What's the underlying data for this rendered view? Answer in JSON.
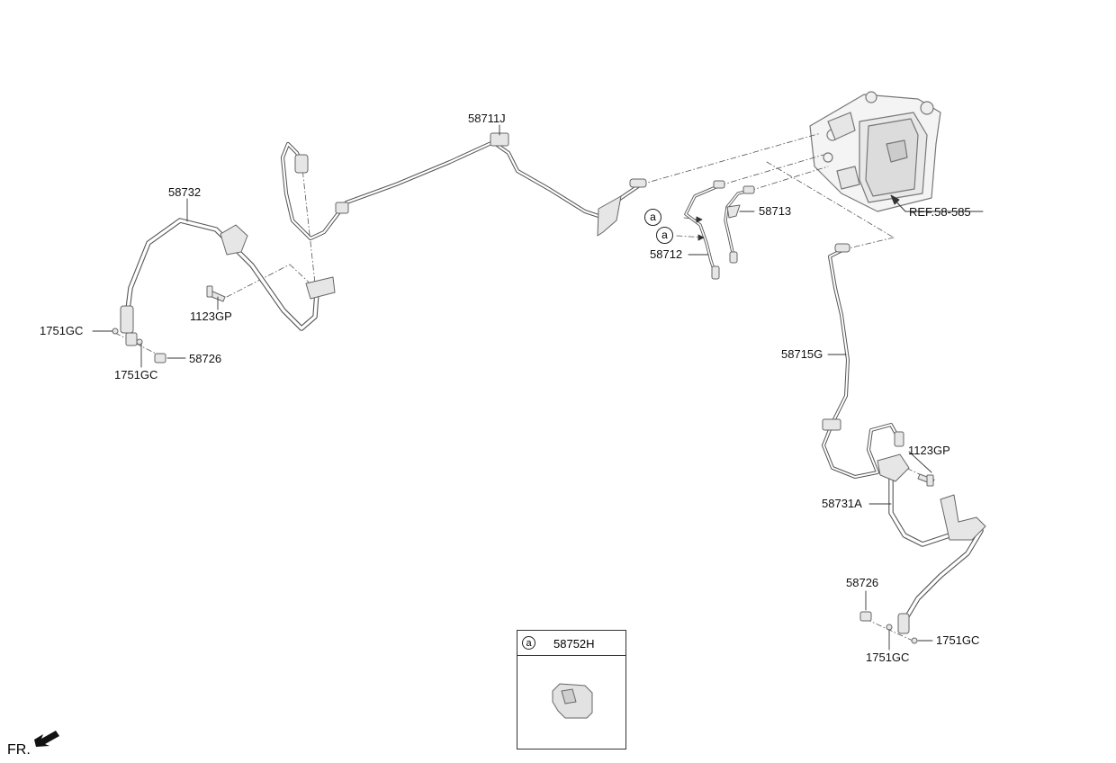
{
  "labels": {
    "p58711J": "58711J",
    "p58732": "58732",
    "p1751GC_left_top": "1751GC",
    "p1751GC_left_bottom": "1751GC",
    "p58726_left": "58726",
    "p1123GP_left": "1123GP",
    "p58713": "58713",
    "p58712": "58712",
    "ref": "REF.58-585",
    "p58715G": "58715G",
    "p1123GP_right": "1123GP",
    "p58731A": "58731A",
    "p58726_right": "58726",
    "p1751GC_right_bottom": "1751GC",
    "p1751GC_right": "1751GC"
  },
  "callouts": {
    "a1": "a",
    "a2": "a"
  },
  "legend": {
    "marker": "a",
    "part": "58752H"
  },
  "direction": {
    "label": "FR."
  }
}
